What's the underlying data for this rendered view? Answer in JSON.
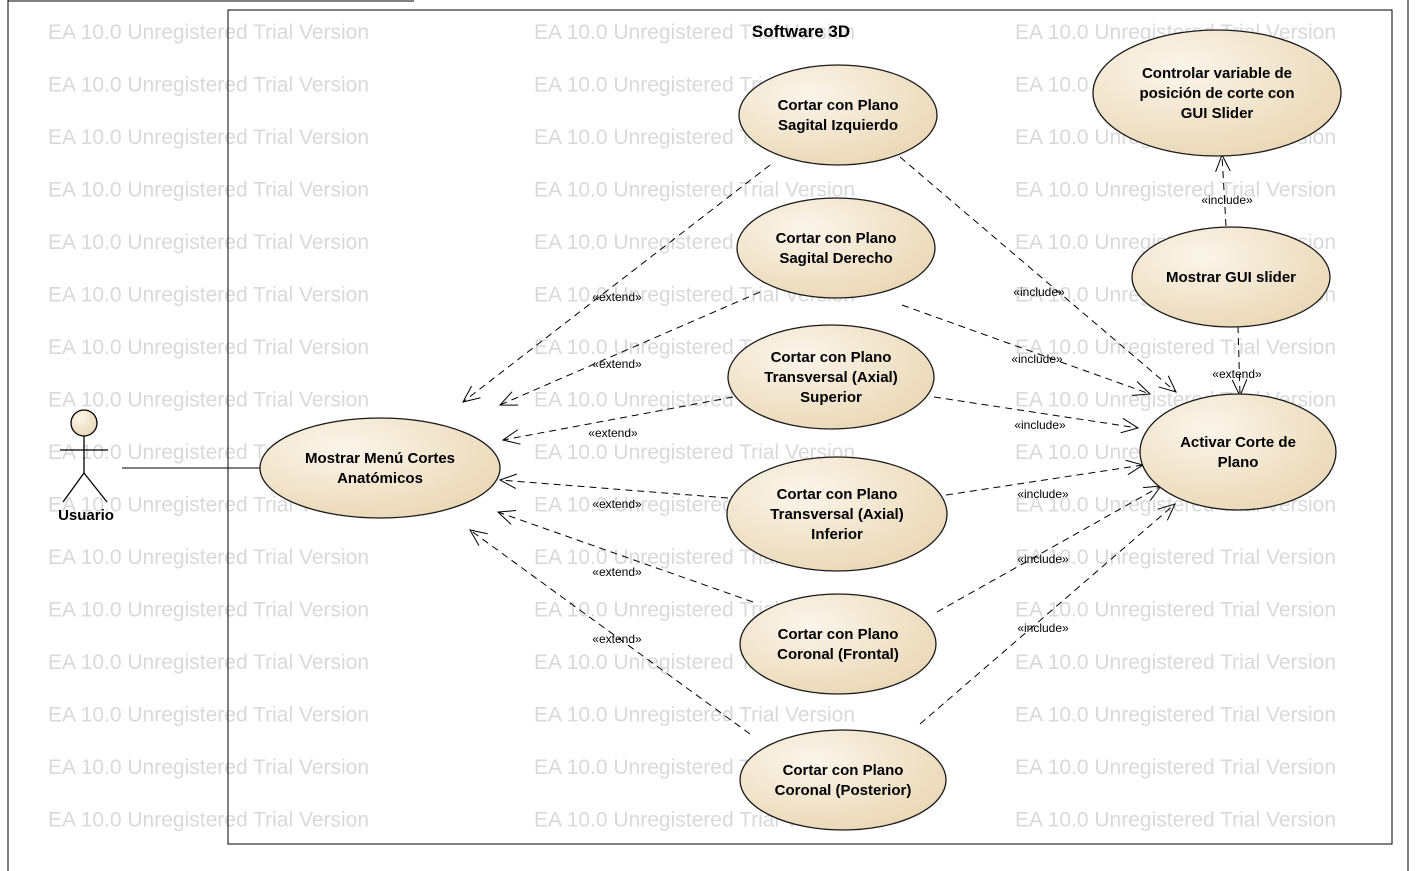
{
  "diagram": {
    "title": "Software 3D",
    "watermark_text": "EA 10.0 Unregistered Trial Version",
    "colors": {
      "usecase_light": "#fbf5ea",
      "usecase_dark": "#e9d6b3",
      "outline": "#1a1a1a"
    },
    "actor": {
      "label": "Usuario"
    },
    "use_cases": [
      {
        "id": "menu",
        "lines": [
          "Mostrar Menú Cortes",
          "Anatómicos"
        ]
      },
      {
        "id": "sag_izq",
        "lines": [
          "Cortar con Plano",
          "Sagital Izquierdo"
        ]
      },
      {
        "id": "sag_der",
        "lines": [
          "Cortar con Plano",
          "Sagital Derecho"
        ]
      },
      {
        "id": "trans_sup",
        "lines": [
          "Cortar con Plano",
          "Transversal (Axial)",
          "Superior"
        ]
      },
      {
        "id": "trans_inf",
        "lines": [
          "Cortar con Plano",
          "Transversal (Axial)",
          "Inferior"
        ]
      },
      {
        "id": "cor_front",
        "lines": [
          "Cortar con Plano",
          "Coronal (Frontal)"
        ]
      },
      {
        "id": "cor_post",
        "lines": [
          "Cortar con Plano",
          "Coronal (Posterior)"
        ]
      },
      {
        "id": "activar",
        "lines": [
          "Activar Corte de",
          "Plano"
        ]
      },
      {
        "id": "gui_slider",
        "lines": [
          "Mostrar GUI slider"
        ]
      },
      {
        "id": "controlar",
        "lines": [
          "Controlar variable de",
          "posición de corte con",
          "GUI Slider"
        ]
      }
    ],
    "relationships": [
      {
        "from": "sag_izq",
        "to": "menu",
        "type": "«extend»"
      },
      {
        "from": "sag_der",
        "to": "menu",
        "type": "«extend»"
      },
      {
        "from": "trans_sup",
        "to": "menu",
        "type": "«extend»"
      },
      {
        "from": "trans_inf",
        "to": "menu",
        "type": "«extend»"
      },
      {
        "from": "cor_front",
        "to": "menu",
        "type": "«extend»"
      },
      {
        "from": "cor_post",
        "to": "menu",
        "type": "«extend»"
      },
      {
        "from": "sag_izq",
        "to": "activar",
        "type": "«include»"
      },
      {
        "from": "sag_der",
        "to": "activar",
        "type": "«include»"
      },
      {
        "from": "trans_sup",
        "to": "activar",
        "type": "«include»"
      },
      {
        "from": "trans_inf",
        "to": "activar",
        "type": "«include»"
      },
      {
        "from": "cor_front",
        "to": "activar",
        "type": "«include»"
      },
      {
        "from": "cor_post",
        "to": "activar",
        "type": "«include»"
      },
      {
        "from": "gui_slider",
        "to": "controlar",
        "type": "«include»"
      },
      {
        "from": "gui_slider",
        "to": "activar",
        "type": "«extend»"
      }
    ]
  }
}
